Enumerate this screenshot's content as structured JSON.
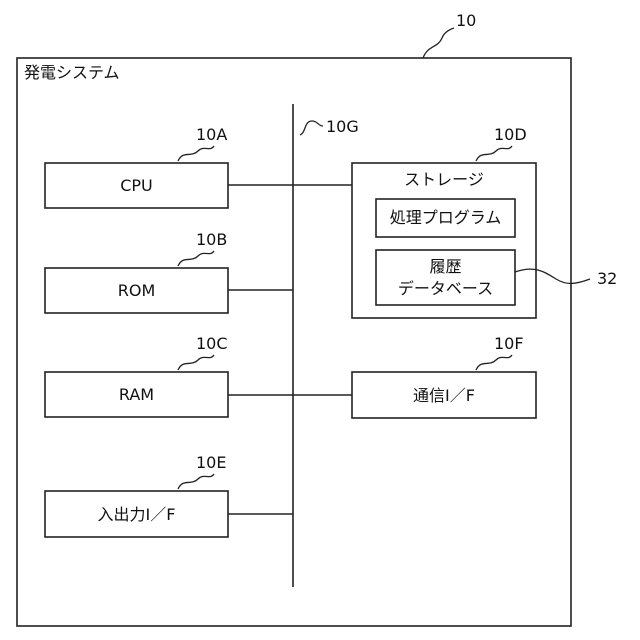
{
  "system": {
    "ref": "10",
    "title": "発電システム"
  },
  "bus": {
    "ref": "10G"
  },
  "blocks": {
    "cpu": {
      "ref": "10A",
      "label": "CPU"
    },
    "rom": {
      "ref": "10B",
      "label": "ROM"
    },
    "ram": {
      "ref": "10C",
      "label": "RAM"
    },
    "io": {
      "ref": "10E",
      "label": "入出力I／F"
    },
    "storage": {
      "ref": "10D",
      "label": "ストレージ"
    },
    "comm": {
      "ref": "10F",
      "label": "通信I／F"
    }
  },
  "storage_items": {
    "program": {
      "label": "処理プログラム"
    },
    "history": {
      "ref": "32",
      "label_line1": "履歴",
      "label_line2": "データベース"
    }
  }
}
